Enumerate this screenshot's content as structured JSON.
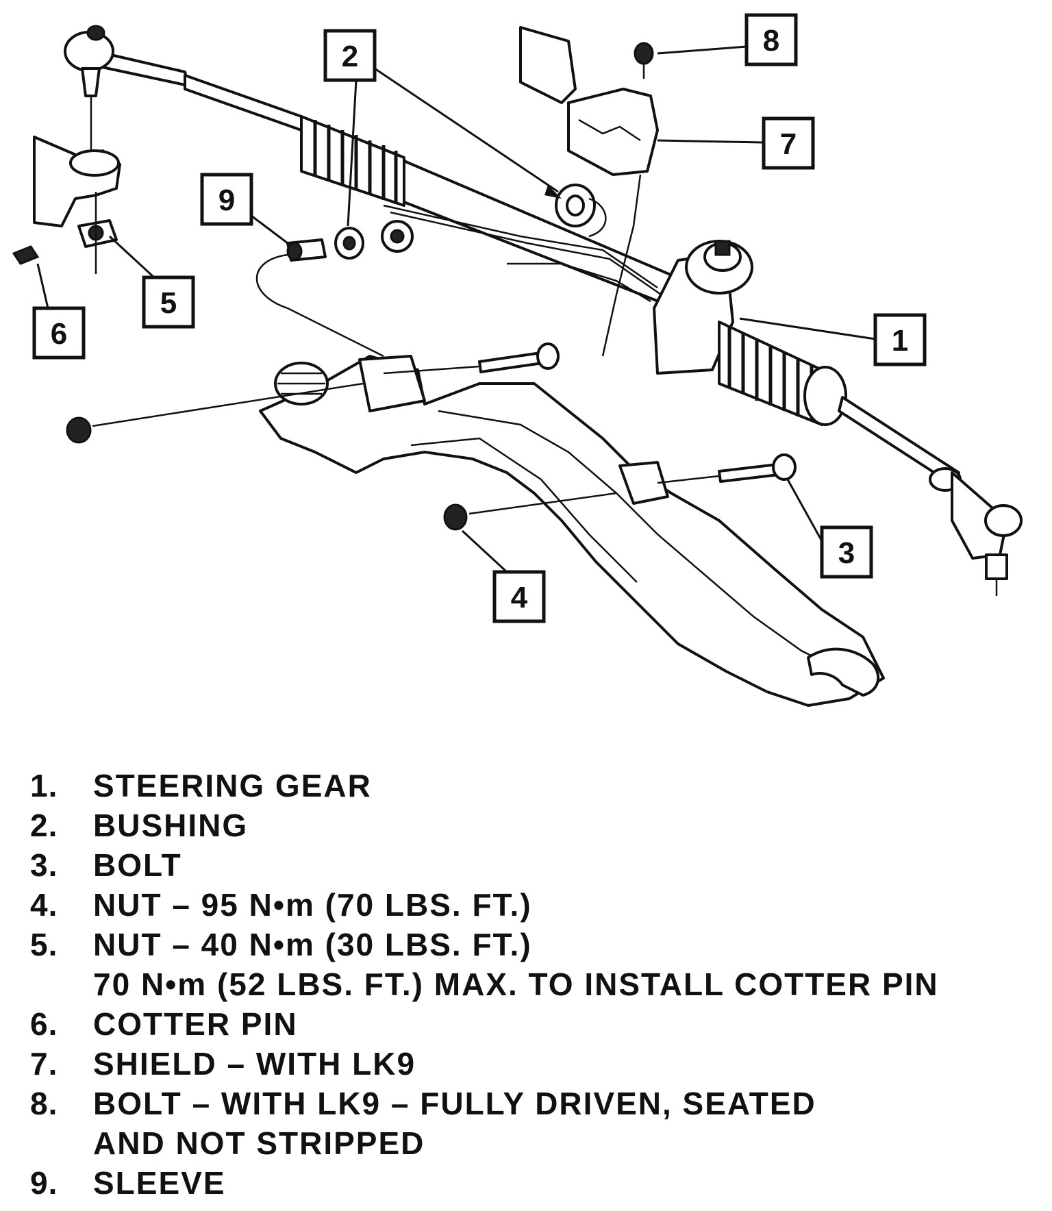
{
  "callouts": [
    "1",
    "2",
    "3",
    "4",
    "5",
    "6",
    "7",
    "8",
    "9"
  ],
  "legend": [
    {
      "num": "1.",
      "text": "STEERING GEAR"
    },
    {
      "num": "2.",
      "text": "BUSHING"
    },
    {
      "num": "3.",
      "text": "BOLT"
    },
    {
      "num": "4.",
      "text": "NUT – 95 N•m (70 LBS. FT.)"
    },
    {
      "num": "5.",
      "text": "NUT – 40 N•m (30 LBS. FT.)\n70 N•m (52 LBS. FT.) MAX. TO INSTALL COTTER PIN"
    },
    {
      "num": "6.",
      "text": "COTTER PIN"
    },
    {
      "num": "7.",
      "text": "SHIELD – WITH LK9"
    },
    {
      "num": "8.",
      "text": "BOLT – WITH LK9  – FULLY DRIVEN, SEATED\nAND NOT STRIPPED"
    },
    {
      "num": "9.",
      "text": "SLEEVE"
    }
  ]
}
